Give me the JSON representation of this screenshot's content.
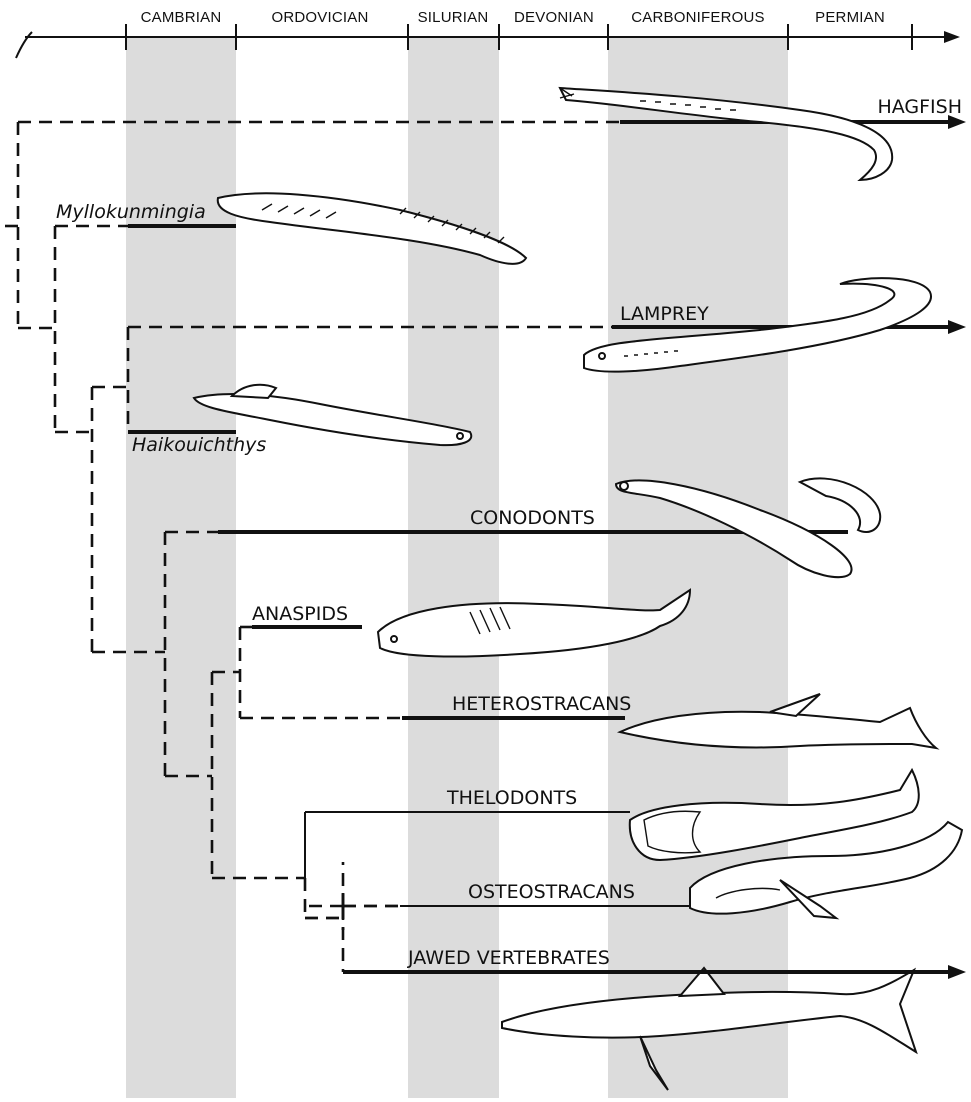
{
  "periods": [
    "CAMBRIAN",
    "ORDOVICIAN",
    "SILURIAN",
    "DEVONIAN",
    "CARBONIFEROUS",
    "PERMIAN"
  ],
  "taxa": {
    "hagfish": "HAGFISH",
    "myllokunmingia": "Myllokunmingia",
    "lamprey": "LAMPREY",
    "haikouichthys": "Haikouichthys",
    "conodonts": "CONODONTS",
    "anaspids": "ANASPIDS",
    "heterostracans": "HETEROSTRACANS",
    "thelodonts": "THELODONTS",
    "osteostracans": "OSTEOSTRACANS",
    "jawed_vertebrates": "JAWED VERTEBRATES"
  },
  "colors": {
    "ink": "#111111",
    "band": "#dcdcdc",
    "background": "#ffffff"
  }
}
